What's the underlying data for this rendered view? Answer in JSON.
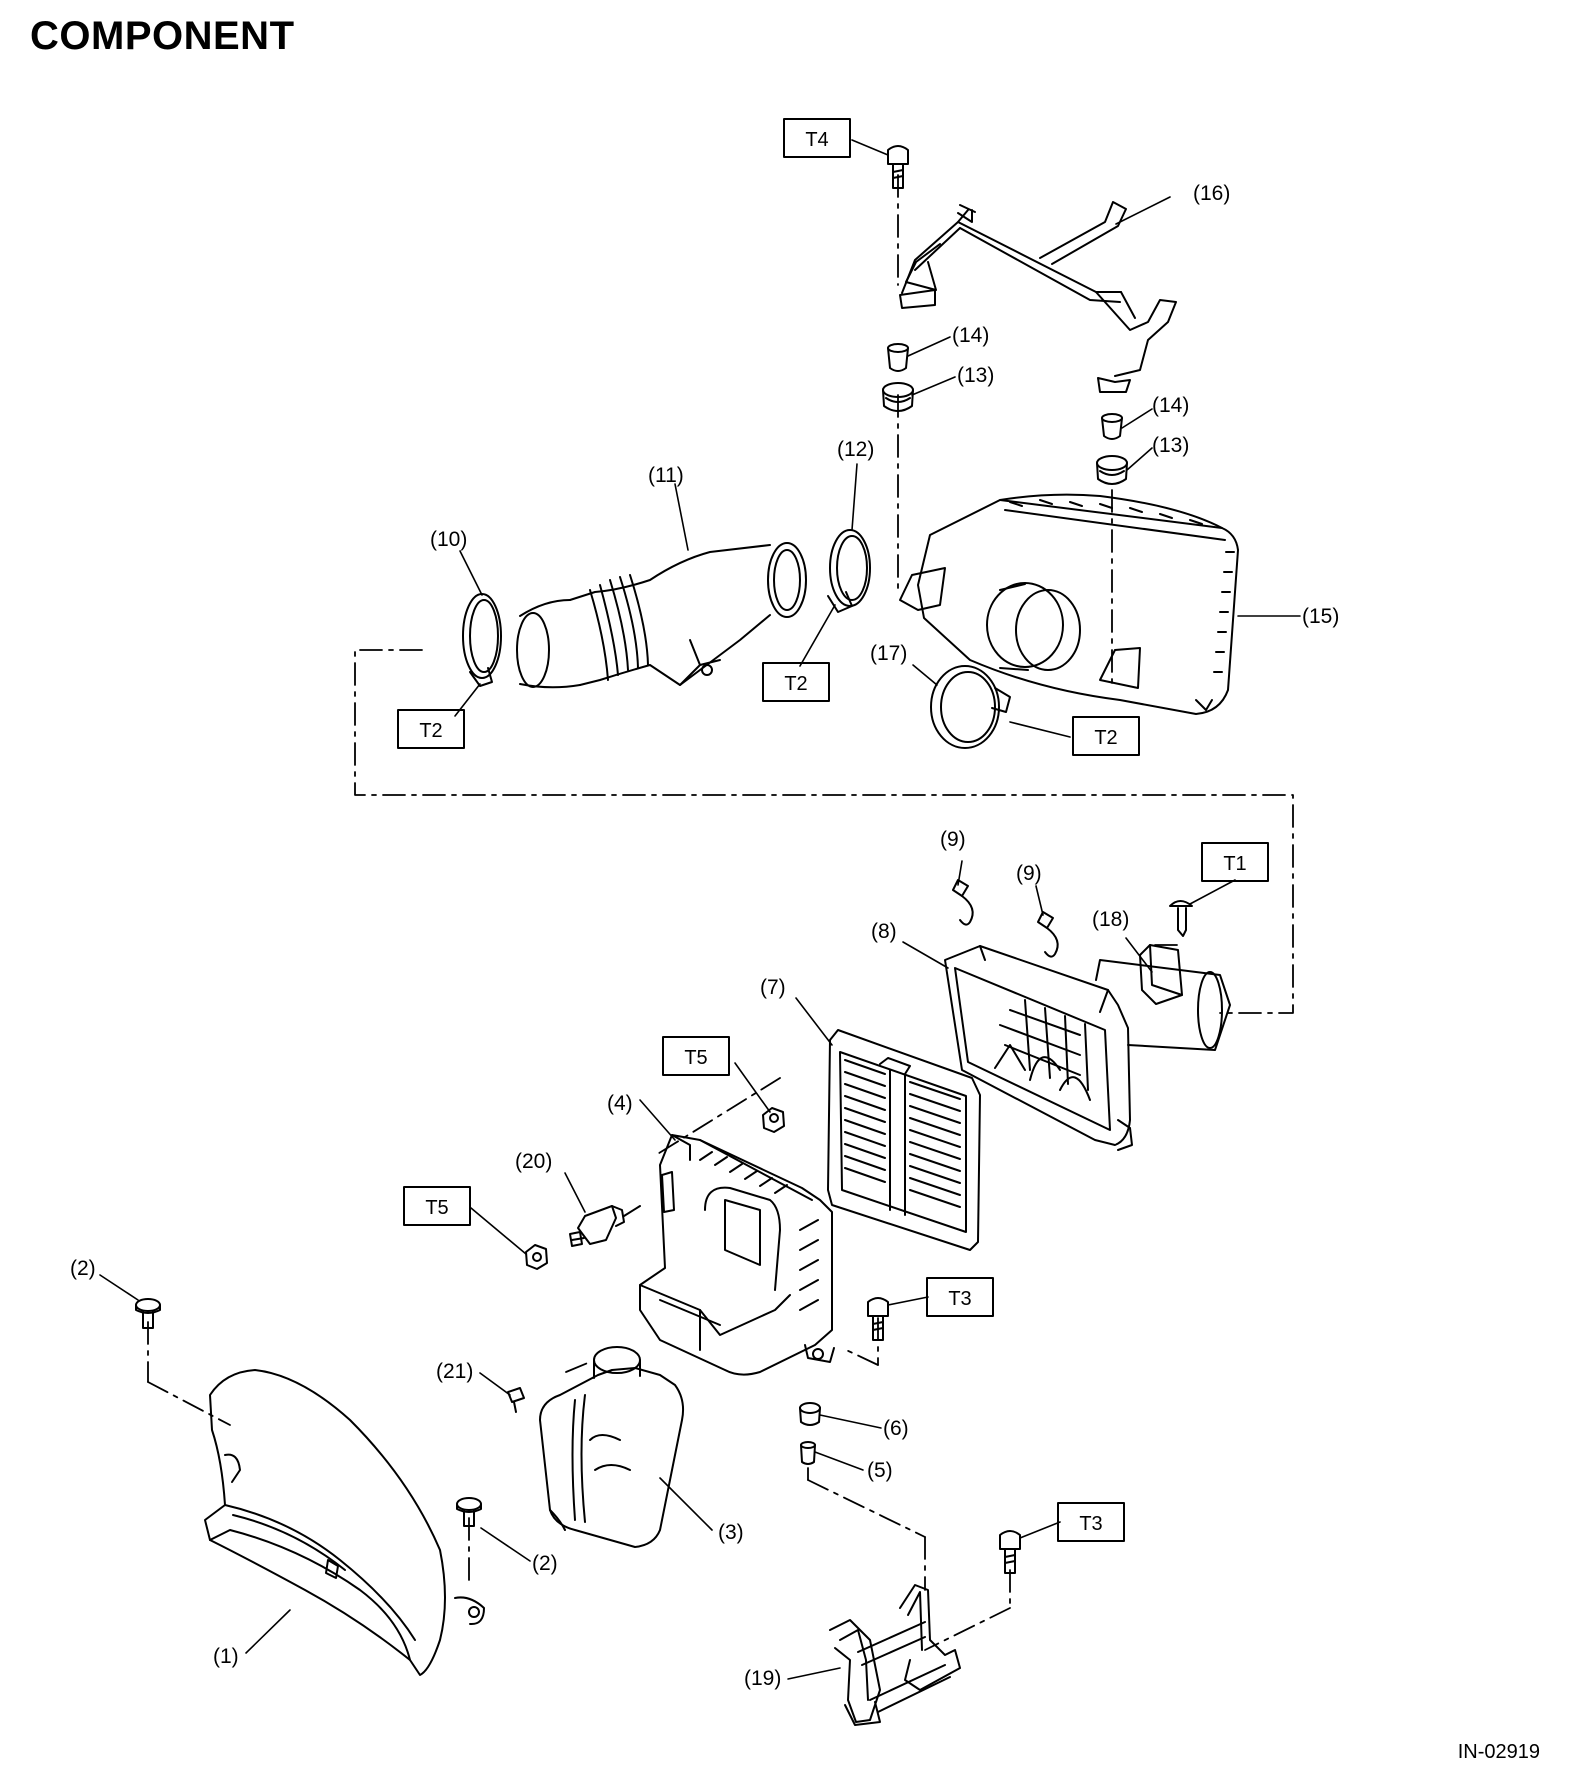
{
  "title": "COMPONENT",
  "figure_id": "IN-02919",
  "part_labels": {
    "p1": "(1)",
    "p2a": "(2)",
    "p2b": "(2)",
    "p3": "(3)",
    "p4": "(4)",
    "p5": "(5)",
    "p6": "(6)",
    "p7": "(7)",
    "p8": "(8)",
    "p9a": "(9)",
    "p9b": "(9)",
    "p10": "(10)",
    "p11": "(11)",
    "p12": "(12)",
    "p13a": "(13)",
    "p13b": "(13)",
    "p14a": "(14)",
    "p14b": "(14)",
    "p15": "(15)",
    "p16": "(16)",
    "p17": "(17)",
    "p18": "(18)",
    "p19": "(19)",
    "p20": "(20)",
    "p21": "(21)"
  },
  "torque_labels": {
    "t4": "T4",
    "t2a": "T2",
    "t2b": "T2",
    "t2c": "T2",
    "t1": "T1",
    "t5a": "T5",
    "t5b": "T5",
    "t3a": "T3",
    "t3b": "T3"
  }
}
